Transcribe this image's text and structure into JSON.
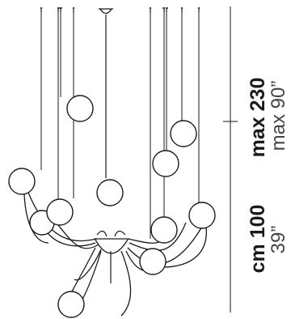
{
  "dimensions": {
    "width_label": "cm 100",
    "width_label_imperial": "39”",
    "height_label": "max 230",
    "height_label_imperial": "max 90”"
  },
  "colors": {
    "line": "#1a1a1a",
    "background": "#ffffff"
  }
}
